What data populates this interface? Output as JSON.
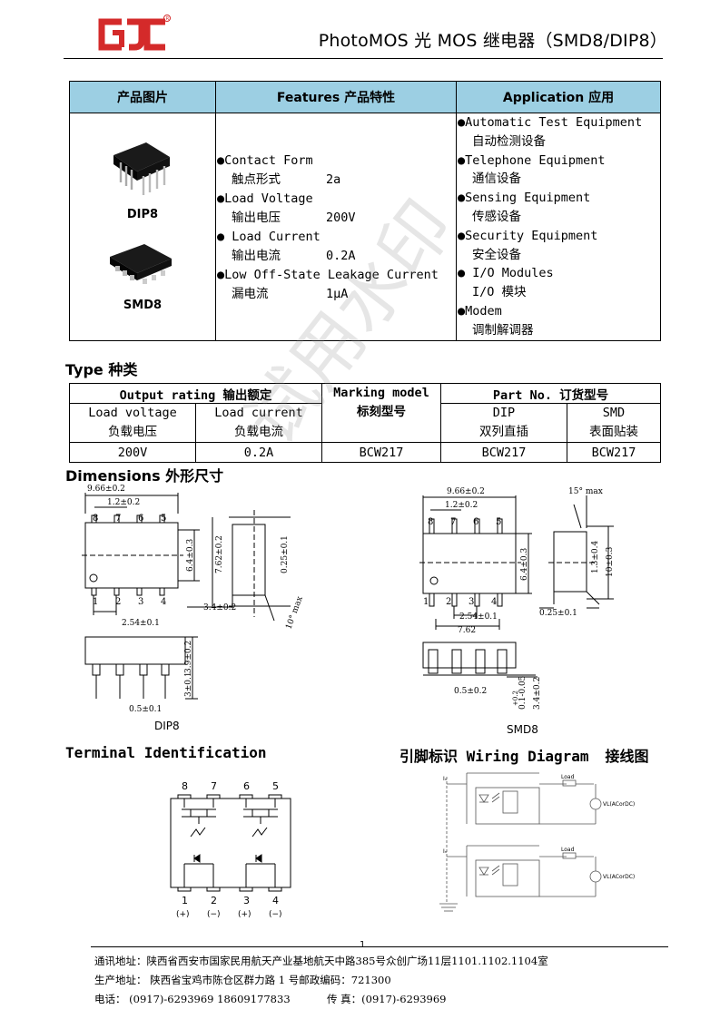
{
  "header": {
    "logo_text": "GJC",
    "title": "PhotoMOS 光 MOS 继电器（SMD8/DIP8）"
  },
  "features_table": {
    "headers": [
      "产品图片",
      "Features 产品特性",
      "Application 应用"
    ],
    "chip_labels": [
      "DIP8",
      "SMD8"
    ],
    "features": [
      {
        "en": "●Contact Form",
        "cn": "触点形式",
        "value": "2a"
      },
      {
        "en": "●Load Voltage",
        "cn": "输出电压",
        "value": "200V"
      },
      {
        "en": "● Load Current",
        "cn": "输出电流",
        "value": "0.2A"
      },
      {
        "en": "●Low Off-State Leakage Current",
        "cn": "漏电流",
        "value": "1μA"
      }
    ],
    "applications": [
      {
        "en": "●Automatic Test Equipment",
        "cn": "自动检测设备"
      },
      {
        "en": "●Telephone Equipment",
        "cn": "通信设备"
      },
      {
        "en": "●Sensing Equipment",
        "cn": "传感设备"
      },
      {
        "en": "●Security Equipment",
        "cn": "安全设备"
      },
      {
        "en": "● I/O Modules",
        "cn": "I/O 模块"
      },
      {
        "en": "●Modem",
        "cn": "调制解调器"
      }
    ]
  },
  "type_section": {
    "title": "Type 种类",
    "output_rating": "Output rating 输出额定",
    "marking_model": "Marking model",
    "marking_model_cn": "标刻型号",
    "part_no": "Part No. 订货型号",
    "load_voltage": "Load voltage",
    "load_voltage_cn": "负载电压",
    "load_current": "Load current",
    "load_current_cn": "负载电流",
    "dip": "DIP",
    "dip_cn": "双列直插",
    "smd": "SMD",
    "smd_cn": "表面贴装",
    "row": [
      "200V",
      "0.2A",
      "BCW217",
      "BCW217",
      "BCW217"
    ]
  },
  "watermark": "试用水印",
  "dimensions": {
    "title": "Dimensions 外形尺寸",
    "dip_label": "DIP8",
    "smd_label": "SMD8",
    "dims": {
      "len": "9.66±0.2",
      "pin_w": "1.2±0.2",
      "body_w": "6.4±0.3",
      "pitch": "2.54±0.1",
      "height": "7.62±0.2",
      "side": "0.25±0.1",
      "lead": "3.4±0.2",
      "angle": "10° max",
      "lead_h": "3.9±0.2",
      "lead_l": "3±0.1",
      "lead_w": "0.5±0.1",
      "smd_row": "7.62",
      "smd_lead_w": "0.5±0.2",
      "smd_angle": "15° max",
      "smd_h1": "1.3±0.4",
      "smd_h2": "10±0.3",
      "smd_side": "0.25±0.1",
      "smd_foot": "0.1-0.05",
      "smd_foot2": "+0.2",
      "smd_lead_h": "3.4±0.2"
    },
    "pin_top": [
      "8",
      "7",
      "6",
      "5"
    ],
    "pin_bottom": [
      "1",
      "2",
      "3",
      "4"
    ]
  },
  "terminal": {
    "title": "Terminal Identification",
    "top_pins": [
      "8",
      "7",
      "6",
      "5"
    ],
    "bottom_pins": [
      "1",
      "2",
      "3",
      "4"
    ],
    "polarity": [
      "(+)",
      "(−)",
      "(+)",
      "(−)"
    ]
  },
  "wiring": {
    "title": "引脚标识 Wiring Diagram",
    "title2": "接线图",
    "in1": "Iₙ",
    "in2": "Iₙ",
    "load": "Load",
    "source": "VL(ACorDC)"
  },
  "footer": {
    "page": "1",
    "address": "通讯地址：陕西省西安市国家民用航天产业基地航天中路385号众创广场11层1101.1102.1104室",
    "production": "生产地址：  陕西省宝鸡市陈仓区群力路 1 号邮政编码：721300",
    "phone": "电话：  (0917)-6293969    18609177833",
    "fax": "传        真：(0917)-6293969"
  }
}
